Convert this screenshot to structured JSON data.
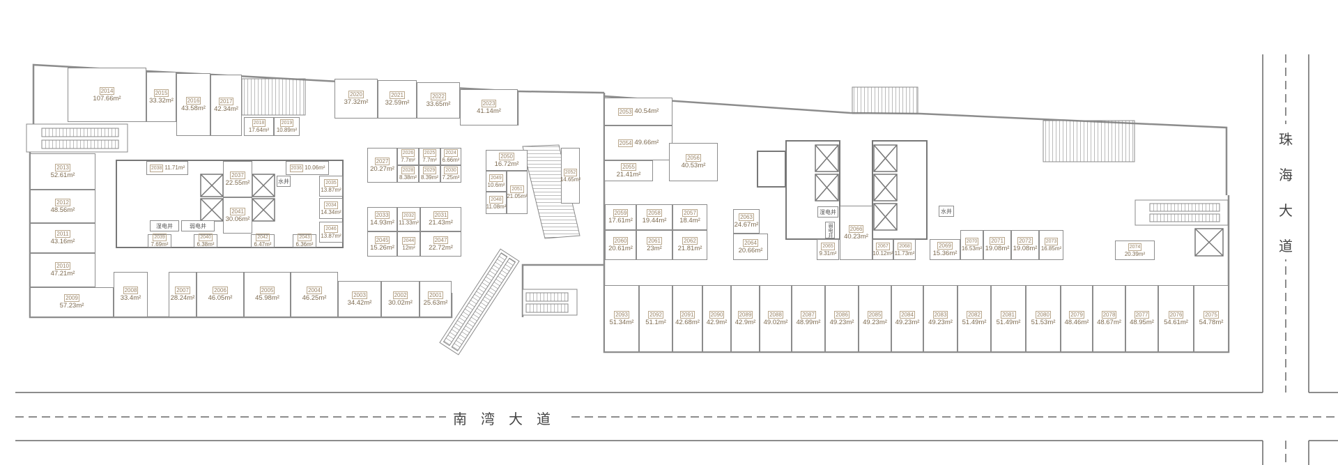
{
  "roads": {
    "south": "南湾大道",
    "east": [
      "珠",
      "海",
      "大",
      "道"
    ]
  },
  "shafts": {
    "wet_1": "湿电井",
    "weak_1": "弱电井",
    "water_1": "水井",
    "wet_2": "湿电井",
    "weak_2": "弱电井",
    "water_2": "水井"
  },
  "units": [
    {
      "no": "2014",
      "area": "107.66m²"
    },
    {
      "no": "2015",
      "area": "33.32m²"
    },
    {
      "no": "2016",
      "area": "43.58m²"
    },
    {
      "no": "2017",
      "area": "42.34m²"
    },
    {
      "no": "2018",
      "area": "17.64m²"
    },
    {
      "no": "2019",
      "area": "10.89m²"
    },
    {
      "no": "2020",
      "area": "37.32m²"
    },
    {
      "no": "2021",
      "area": "32.59m²"
    },
    {
      "no": "2022",
      "area": "33.65m²"
    },
    {
      "no": "2023",
      "area": "41.14m²"
    },
    {
      "no": "2013",
      "area": "52.61m²"
    },
    {
      "no": "2012",
      "area": "48.56m²"
    },
    {
      "no": "2011",
      "area": "43.16m²"
    },
    {
      "no": "2010",
      "area": "47.21m²"
    },
    {
      "no": "2009",
      "area": "57.23m²"
    },
    {
      "no": "2008",
      "area": "33.4m²"
    },
    {
      "no": "2007",
      "area": "28.24m²"
    },
    {
      "no": "2006",
      "area": "46.05m²"
    },
    {
      "no": "2005",
      "area": "45.98m²"
    },
    {
      "no": "2004",
      "area": "46.25m²"
    },
    {
      "no": "2003",
      "area": "34.42m²"
    },
    {
      "no": "2002",
      "area": "30.02m²"
    },
    {
      "no": "2001",
      "area": "25.63m²"
    },
    {
      "no": "2038",
      "area": "11.71m²"
    },
    {
      "no": "2037",
      "area": "22.55m²"
    },
    {
      "no": "2041",
      "area": "30.06m²"
    },
    {
      "no": "2036",
      "area": "10.06m²"
    },
    {
      "no": "2035",
      "area": "13.87m²"
    },
    {
      "no": "2034",
      "area": "14.34m²"
    },
    {
      "no": "2046",
      "area": "13.87m²"
    },
    {
      "no": "2039",
      "area": "7.69m²"
    },
    {
      "no": "2040",
      "area": "6.38m²"
    },
    {
      "no": "2042",
      "area": "6.47m²"
    },
    {
      "no": "2043",
      "area": "6.36m²"
    },
    {
      "no": "2027",
      "area": "20.27m²"
    },
    {
      "no": "2026",
      "area": "7.7m²"
    },
    {
      "no": "2025",
      "area": "7.7m²"
    },
    {
      "no": "2024",
      "area": "6.66m²"
    },
    {
      "no": "2028",
      "area": "8.38m²"
    },
    {
      "no": "2029",
      "area": "8.39m²"
    },
    {
      "no": "2030",
      "area": "7.25m²"
    },
    {
      "no": "2033",
      "area": "14.93m²"
    },
    {
      "no": "2032",
      "area": "11.33m²"
    },
    {
      "no": "2031",
      "area": "21.43m²"
    },
    {
      "no": "2045",
      "area": "15.26m²"
    },
    {
      "no": "2044",
      "area": "12m²"
    },
    {
      "no": "2047",
      "area": "22.72m²"
    },
    {
      "no": "2050",
      "area": "16.72m²"
    },
    {
      "no": "2049",
      "area": "10.6m²"
    },
    {
      "no": "2048",
      "area": "11.08m²"
    },
    {
      "no": "2051",
      "area": "21.05m²"
    },
    {
      "no": "2052",
      "area": "14.65m²"
    },
    {
      "no": "2053",
      "area": "40.54m²"
    },
    {
      "no": "2054",
      "area": "49.66m²"
    },
    {
      "no": "2055",
      "area": "21.41m²"
    },
    {
      "no": "2056",
      "area": "40.53m²"
    },
    {
      "no": "2059",
      "area": "17.61m²"
    },
    {
      "no": "2058",
      "area": "19.44m²"
    },
    {
      "no": "2057",
      "area": "18.4m²"
    },
    {
      "no": "2060",
      "area": "20.61m²"
    },
    {
      "no": "2061",
      "area": "23m²"
    },
    {
      "no": "2062",
      "area": "21.81m²"
    },
    {
      "no": "2063",
      "area": "24.67m²"
    },
    {
      "no": "2064",
      "area": "20.66m²"
    },
    {
      "no": "2065",
      "area": "9.31m²"
    },
    {
      "no": "2066",
      "area": "40.23m²"
    },
    {
      "no": "2067",
      "area": "10.12m²"
    },
    {
      "no": "2068",
      "area": "11.73m²"
    },
    {
      "no": "2069",
      "area": "15.36m²"
    },
    {
      "no": "2070",
      "area": "16.53m²"
    },
    {
      "no": "2071",
      "area": "19.08m²"
    },
    {
      "no": "2072",
      "area": "19.08m²"
    },
    {
      "no": "2073",
      "area": "16.85m²"
    },
    {
      "no": "2074",
      "area": "20.39m²"
    },
    {
      "no": "2093",
      "area": "51.34m²"
    },
    {
      "no": "2092",
      "area": "51.1m²"
    },
    {
      "no": "2091",
      "area": "42.68m²"
    },
    {
      "no": "2090",
      "area": "42.9m²"
    },
    {
      "no": "2089",
      "area": "42.9m²"
    },
    {
      "no": "2088",
      "area": "49.02m²"
    },
    {
      "no": "2087",
      "area": "48.99m²"
    },
    {
      "no": "2086",
      "area": "49.23m²"
    },
    {
      "no": "2085",
      "area": "49.23m²"
    },
    {
      "no": "2084",
      "area": "49.23m²"
    },
    {
      "no": "2083",
      "area": "49.23m²"
    },
    {
      "no": "2082",
      "area": "51.49m²"
    },
    {
      "no": "2081",
      "area": "51.49m²"
    },
    {
      "no": "2080",
      "area": "51.53m²"
    },
    {
      "no": "2079",
      "area": "48.46m²"
    },
    {
      "no": "2078",
      "area": "48.67m²"
    },
    {
      "no": "2077",
      "area": "48.95m²"
    },
    {
      "no": "2076",
      "area": "54.61m²"
    },
    {
      "no": "2075",
      "area": "54.78m²"
    }
  ]
}
